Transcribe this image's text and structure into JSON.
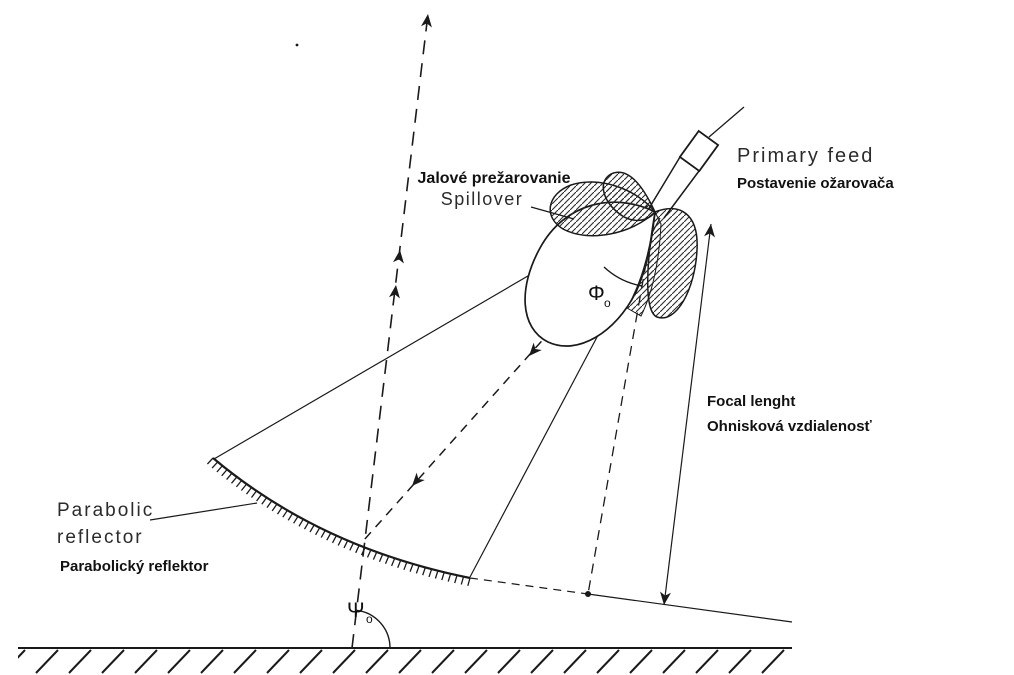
{
  "diagram": {
    "labels": {
      "spillover_sk": "Jalové prežarovanie",
      "spillover_en": "Spillover",
      "primary_feed_en": "Primary feed",
      "primary_feed_sk": "Postavenie ožarovača",
      "focal_length_en": "Focal lenght",
      "focal_length_sk": "Ohnisková vzdialenosť",
      "reflector_en_line1": "Parabolic",
      "reflector_en_line2": "reflector",
      "reflector_sk": "Parabolický reflektor",
      "angle_phi": "Φ",
      "angle_phi_sub": "o",
      "angle_psi": "Ψ",
      "angle_psi_sub": "o"
    },
    "colors": {
      "ink": "#1a1a1a",
      "background": "#ffffff"
    }
  }
}
